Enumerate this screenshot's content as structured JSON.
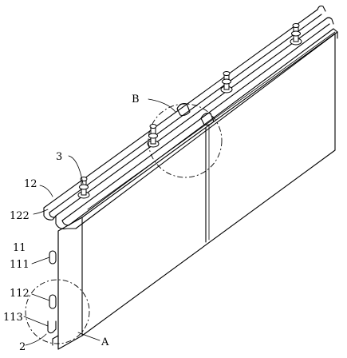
{
  "labels": {
    "l3": "3",
    "lB": "B",
    "l12": "12",
    "l122": "122",
    "l11": "11",
    "l111": "111",
    "l112": "112",
    "l113": "113",
    "l2": "2",
    "lA": "A"
  }
}
